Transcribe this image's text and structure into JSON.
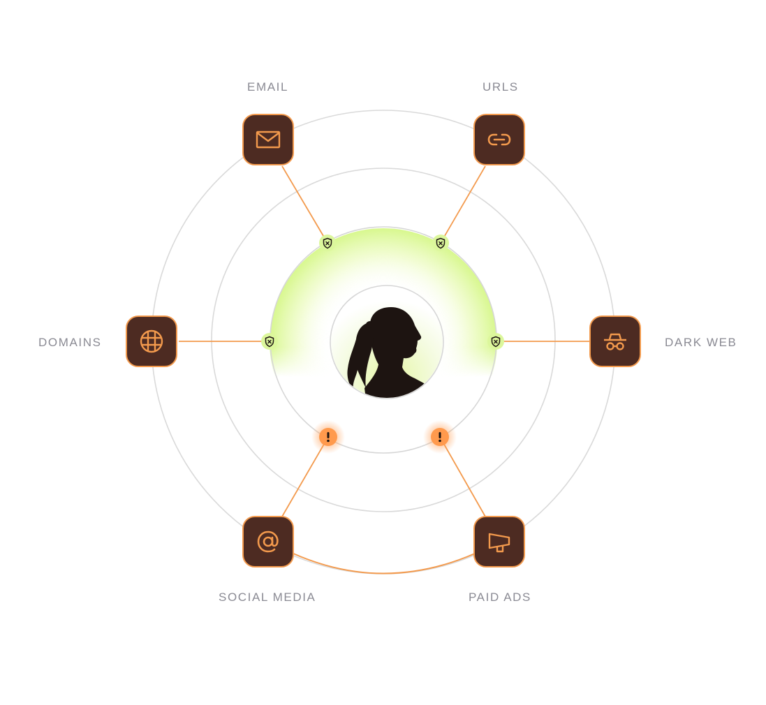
{
  "diagram": {
    "center": {
      "icon": "person-silhouette-photo"
    },
    "channels": [
      {
        "id": "email",
        "label": "EMAIL",
        "icon": "envelope-icon",
        "status": "protected"
      },
      {
        "id": "urls",
        "label": "URLS",
        "icon": "link-icon",
        "status": "protected"
      },
      {
        "id": "domains",
        "label": "DOMAINS",
        "icon": "globe-icon",
        "status": "protected"
      },
      {
        "id": "dark-web",
        "label": "DARK WEB",
        "icon": "spy-icon",
        "status": "protected"
      },
      {
        "id": "social-media",
        "label": "SOCIAL MEDIA",
        "icon": "at-sign-icon",
        "status": "alert"
      },
      {
        "id": "paid-ads",
        "label": "PAID ADS",
        "icon": "megaphone-icon",
        "status": "alert"
      }
    ],
    "colors": {
      "node_fill": "#4d2b22",
      "accent": "#f39a4d",
      "protected_badge": "#d8f59a",
      "alert_badge": "#ff9a4d",
      "ring": "#d9d9d9",
      "label": "#8a8a93"
    }
  }
}
